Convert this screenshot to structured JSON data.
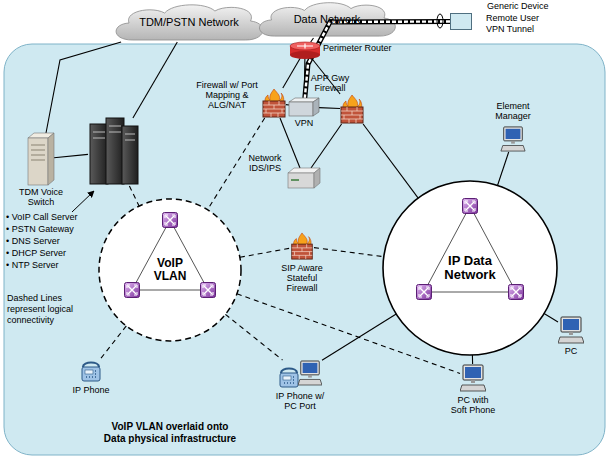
{
  "diagram": {
    "nodes": [
      {
        "text": [
          "TDM/PSTN Network"
        ]
      },
      {
        "text": [
          "Data Network"
        ]
      },
      {
        "text": [
          "Generic Device"
        ]
      },
      {
        "text": [
          "Perimeter Router"
        ]
      },
      {
        "text": [
          "Firewall w/ Port Mapping & ALG/NAT"
        ]
      },
      {
        "text": [
          "VPN"
        ]
      },
      {
        "text": [
          "APP Gwy Firewall"
        ]
      },
      {
        "text": [
          "Element Manager"
        ]
      },
      {
        "text": [
          "Network IDS/IPS"
        ]
      },
      {
        "text": [
          "TDM Voice Switch"
        ]
      },
      {
        "text": [
          "• VoIP Call Server",
          "• PSTN Gateway",
          "• DNS Server",
          "• DHCP Server",
          "• NTP Server"
        ]
      },
      {
        "text": [
          "VoIP VLAN"
        ]
      },
      {
        "text": [
          "IP Data Network"
        ]
      },
      {
        "text": [
          "SIP Aware Stateful Firewall"
        ]
      },
      {
        "text": [
          "IP Phone"
        ]
      },
      {
        "text": [
          "IP Phone w/ PC Port"
        ]
      },
      {
        "text": [
          "PC with Soft Phone"
        ]
      },
      {
        "text": [
          "PC"
        ]
      }
    ],
    "edges": [
      {
        "from": 0,
        "to": 9,
        "arrow": "none"
      },
      {
        "from": 0,
        "to": 10,
        "arrow": "none"
      },
      {
        "from": 9,
        "to": 10,
        "arrow": "none"
      },
      {
        "from": 1,
        "to": 3,
        "arrow": "none"
      },
      {
        "from": 3,
        "to": 4,
        "arrow": "none"
      },
      {
        "from": 3,
        "to": 5,
        "arrow": "none"
      },
      {
        "from": 3,
        "to": 6,
        "arrow": "none"
      },
      {
        "from": 4,
        "to": 5,
        "arrow": "none"
      },
      {
        "from": 5,
        "to": 6,
        "arrow": "none"
      },
      {
        "from": 4,
        "to": 8,
        "arrow": "none"
      },
      {
        "from": 6,
        "to": 8,
        "arrow": "none"
      },
      {
        "from": 4,
        "to": 11,
        "arrow": "none"
      },
      {
        "from": 6,
        "to": 12,
        "arrow": "none"
      },
      {
        "from": 7,
        "to": 12,
        "arrow": "none"
      },
      {
        "from": 10,
        "to": 11,
        "arrow": "none"
      },
      {
        "from": 11,
        "to": 13,
        "arrow": "none"
      },
      {
        "from": 13,
        "to": 12,
        "arrow": "none"
      },
      {
        "from": 11,
        "to": 14,
        "arrow": "none"
      },
      {
        "from": 11,
        "to": 15,
        "arrow": "none"
      },
      {
        "from": 11,
        "to": 16,
        "arrow": "none"
      },
      {
        "from": 12,
        "to": 15,
        "arrow": "none"
      },
      {
        "from": 12,
        "to": 16,
        "arrow": "none"
      },
      {
        "from": 12,
        "to": 17,
        "arrow": "none"
      },
      {
        "from": 2,
        "to": 5,
        "arrow": "none"
      }
    ],
    "labels": [
      "Remote User VPN Tunnel",
      "Dashed Lines represent logical connectivity",
      "VoIP VLAN overlaid onto Data physical infrastructure"
    ]
  }
}
